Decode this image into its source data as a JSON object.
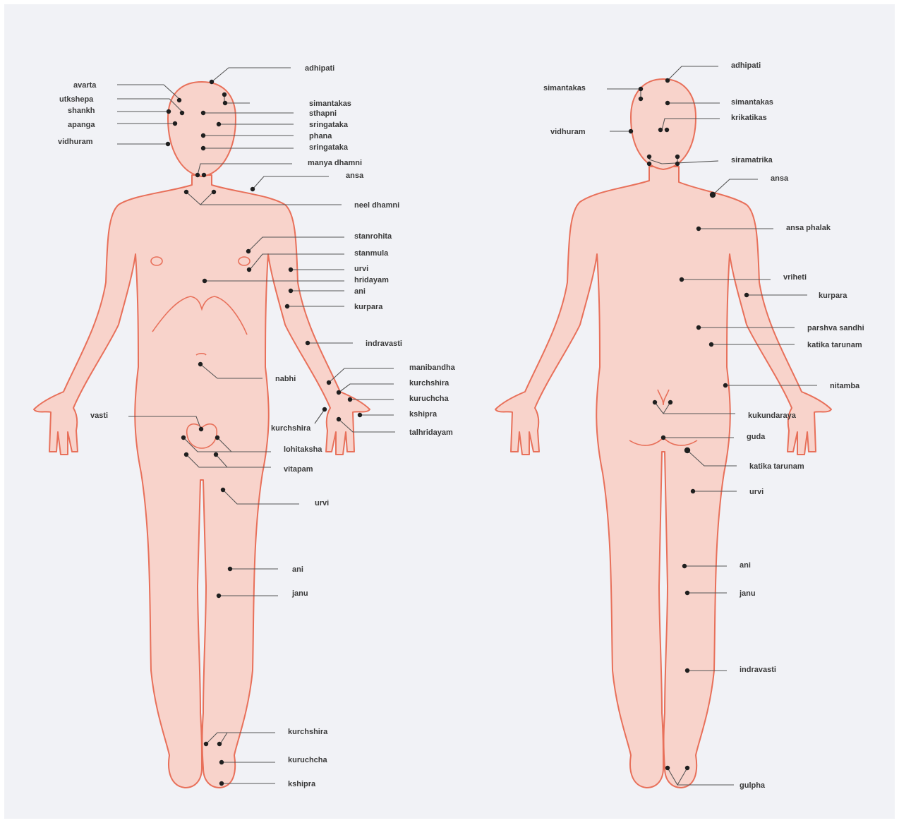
{
  "diagram": {
    "front_view": {
      "labels": [
        "adhipati",
        "avarta",
        "utkshepa",
        "shankh",
        "apanga",
        "vidhuram",
        "simantakas",
        "sthapni",
        "sringataka",
        "phana",
        "sringataka",
        "manya dhamni",
        "ansa",
        "neel dhamni",
        "stanrohita",
        "stanmula",
        "urvi",
        "hridayam",
        "ani",
        "kurpara",
        "indravasti",
        "nabhi",
        "manibandha",
        "kurchshira",
        "kuruchcha",
        "kshipra",
        "kurchshira",
        "talhridayam",
        "vasti",
        "lohitaksha",
        "vitapam",
        "urvi",
        "ani",
        "janu",
        "kurchshira",
        "kuruchcha",
        "kshipra"
      ]
    },
    "back_view": {
      "labels": [
        "adhipati",
        "simantakas",
        "simantakas",
        "krikatikas",
        "vidhuram",
        "siramatrika",
        "ansa",
        "ansa phalak",
        "vriheti",
        "kurpara",
        "parshva sandhi",
        "katika tarunam",
        "nitamba",
        "kukundaraya",
        "guda",
        "katika tarunam",
        "urvi",
        "ani",
        "janu",
        "indravasti",
        "gulpha"
      ]
    },
    "colors": {
      "skin_fill": "#f8d3cb",
      "outline": "#e8705a",
      "marker": "#1f1f1f",
      "background": "#f1f2f6"
    }
  }
}
